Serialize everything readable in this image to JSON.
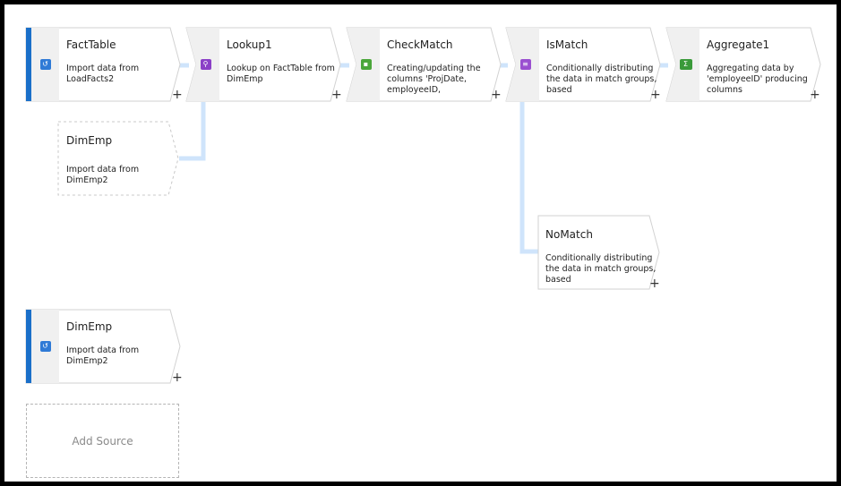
{
  "nodes": {
    "facttable": {
      "title": "FactTable",
      "desc": "Import data from LoadFacts2",
      "icon": "source-icon"
    },
    "lookup1": {
      "title": "Lookup1",
      "desc": "Lookup on FactTable from DimEmp",
      "icon": "lookup-icon"
    },
    "checkmatch": {
      "title": "CheckMatch",
      "desc": "Creating/updating the columns 'ProjDate, employeeID,",
      "icon": "derived-column-icon"
    },
    "ismatch": {
      "title": "IsMatch",
      "desc": "Conditionally distributing the data in match groups, based",
      "icon": "conditional-split-icon"
    },
    "aggregate1": {
      "title": "Aggregate1",
      "desc": "Aggregating data by 'employeeID' producing columns",
      "icon": "aggregate-icon"
    },
    "dimemp_ref": {
      "title": "DimEmp",
      "desc": "Import data from DimEmp2"
    },
    "nomatch": {
      "title": "NoMatch",
      "desc": "Conditionally distributing the data in match groups, based"
    },
    "dimemp_src": {
      "title": "DimEmp",
      "desc": "Import data from DimEmp2",
      "icon": "source-icon"
    }
  },
  "plus_symbol": "+",
  "add_source_label": "Add Source",
  "colors": {
    "accent": "#1a6fc9",
    "connector": "#cfe4fb",
    "node_border": "#d2d2d2",
    "icon_col": "#f0f0f0",
    "source_icon": "#2f7ad6",
    "lookup_icon": "#8b3fc7",
    "derive_icon": "#4aa63a",
    "split_icon": "#9a4fd0",
    "aggregate_icon": "#3a9a3a"
  }
}
